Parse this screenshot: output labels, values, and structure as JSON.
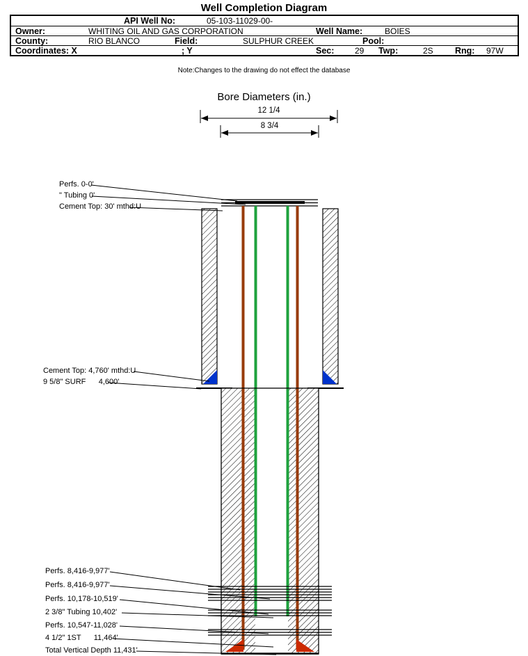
{
  "title": "Well Completion Diagram",
  "header": {
    "api": {
      "label": "API Well No:",
      "value": "05-103-11029-00-"
    },
    "owner": {
      "label": "Owner:",
      "value": "WHITING OIL AND GAS CORPORATION"
    },
    "well_name": {
      "label": "Well Name:",
      "value": "BOIES"
    },
    "county": {
      "label": "County:",
      "value": "RIO BLANCO"
    },
    "field": {
      "label": "Field:",
      "value": "SULPHUR CREEK"
    },
    "pool": {
      "label": "Pool:",
      "value": ""
    },
    "coordinates": {
      "label": "Coordinates: X",
      "y_label": "; Y"
    },
    "sec": {
      "label": "Sec:",
      "value": "29"
    },
    "twp": {
      "label": "Twp:",
      "value": "2S"
    },
    "rng": {
      "label": "Rng:",
      "value": "97W"
    }
  },
  "note": "Note:Changes to the drawing do not effect the database",
  "bore_diameters": {
    "title": "Bore Diameters (in.)",
    "outer_label": "12 1/4",
    "inner_label": "8 3/4"
  },
  "annotations": {
    "top": [
      "Perfs. 0-0'",
      "\" Tubing 0'",
      "Cement Top: 30' mthd:U"
    ],
    "middle": [
      "Cement Top: 4,760' mthd:U",
      "9 5/8\" SURF      4,600'"
    ],
    "bottom": [
      "Perfs. 8,416-9,977'",
      "Perfs. 8,416-9,977'",
      "Perfs. 10,178-10,519'",
      "2 3/8\" Tubing 10,402'",
      "Perfs. 10,547-11,028'",
      "4 1/2\" 1ST      11,464'",
      "Total Vertical Depth 11,431'"
    ]
  },
  "colors": {
    "casing_brown": "#983b0b",
    "tubing_green": "#1fa23e",
    "cement_marker_blue": "#0033cc",
    "bottom_marker_red": "#cc2a00",
    "line_black": "#000000"
  }
}
